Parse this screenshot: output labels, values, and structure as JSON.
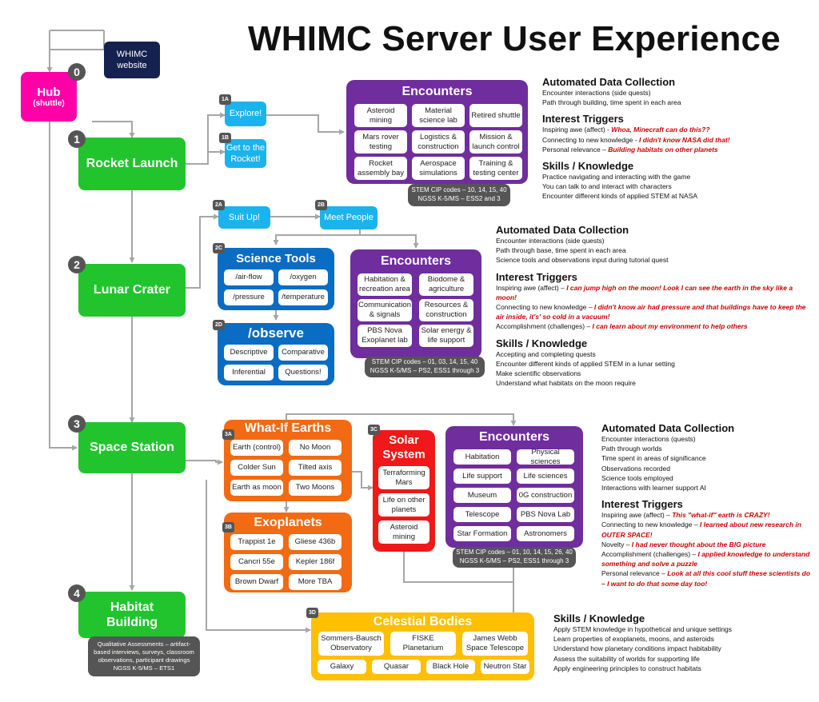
{
  "title": "WHIMC Server User Experience",
  "website_label": "WHIMC\nwebsite",
  "hub": {
    "num": "0",
    "label": "Hub",
    "sub": "(shuttle)"
  },
  "stages": [
    {
      "num": "1",
      "label": "Rocket Launch"
    },
    {
      "num": "2",
      "label": "Lunar Crater"
    },
    {
      "num": "3",
      "label": "Space Station"
    },
    {
      "num": "4",
      "label": "Habitat Building"
    }
  ],
  "stage4_note": "Qualitative Assessments – artifact-based interviews, surveys, classroom observations, participant drawings\nNGSS K-5/MS – ETS1",
  "steps": {
    "s1a": {
      "tag": "1A",
      "label": "Explore!"
    },
    "s1b": {
      "tag": "1B",
      "label": "Get to the Rocket!"
    },
    "s2a": {
      "tag": "2A",
      "label": "Suit Up!"
    },
    "s2b": {
      "tag": "2B",
      "label": "Meet People"
    }
  },
  "enc1": {
    "title": "Encounters",
    "cells": [
      "Asteroid mining",
      "Material science lab",
      "Retired shuttle",
      "Mars rover testing",
      "Logistics & construction",
      "Mission & launch control",
      "Rocket assembly bay",
      "Aerospace simulations",
      "Training & testing center"
    ],
    "codes": "STEM CIP codes – 10, 14, 15, 40\nNGSS K-5/MS – ESS2 and 3"
  },
  "science_tools": {
    "tag": "2C",
    "title": "Science Tools",
    "cells": [
      "/air-flow",
      "/oxygen",
      "/pressure",
      "/temperature"
    ]
  },
  "observe": {
    "tag": "2D",
    "title": "/observe",
    "cells": [
      "Descriptive",
      "Comparative",
      "Inferential",
      "Questions!"
    ]
  },
  "enc2": {
    "title": "Encounters",
    "cells": [
      "Habitation & recreation area",
      "Biodome & agriculture",
      "Communication & signals",
      "Resources & construction",
      "PBS Nova Exoplanet lab",
      "Solar energy & life support"
    ],
    "codes": "STEM CIP codes – 01, 03, 14, 15, 40\nNGSS K-5/MS – PS2, ESS1 through 3"
  },
  "whatif": {
    "tag": "3A",
    "title": "What-If Earths",
    "cells": [
      "Earth (control)",
      "No Moon",
      "Colder Sun",
      "Tilted axis",
      "Earth as moon",
      "Two Moons"
    ]
  },
  "exoplanets": {
    "tag": "3B",
    "title": "Exoplanets",
    "cells": [
      "Trappist 1e",
      "Gliese 436b",
      "Cancri 55e",
      "Kepler 186f",
      "Brown Dwarf",
      "More TBA"
    ]
  },
  "solar": {
    "tag": "3C",
    "title": "Solar System",
    "cells": [
      "Terraforming Mars",
      "Life on other planets",
      "Asteroid mining"
    ]
  },
  "enc3": {
    "title": "Encounters",
    "cells": [
      "Habitation",
      "Physical sciences",
      "Life support",
      "Life sciences",
      "Museum",
      "0G construction",
      "Telescope",
      "PBS Nova Lab",
      "Star Formation",
      "Astronomers"
    ],
    "codes": "STEM CIP codes – 01, 10, 14, 15, 26, 40\nNGSS K-5/MS – PS2, ESS1 through 3"
  },
  "celestial": {
    "tag": "3D",
    "title": "Celestial Bodies",
    "row1": [
      "Sommers-Bausch Observatory",
      "FISKE Planetarium",
      "James Webb Space Telescope"
    ],
    "row2": [
      "Galaxy",
      "Quasar",
      "Black Hole",
      "Neutron Star"
    ]
  },
  "side1": {
    "adc_title": "Automated Data Collection",
    "adc": [
      "Encounter interactions (side quests)",
      "Path through building, time spent in each area"
    ],
    "it_title": "Interest Triggers",
    "it": [
      {
        "text": "Inspiring awe (affect) - ",
        "quote": "Whoa, Minecraft can do this??"
      },
      {
        "text": "Connecting to new knowledge - ",
        "quote": "I didn't know NASA did that!"
      },
      {
        "text": "Personal relevance – ",
        "quote": "Building habitats on other planets"
      }
    ],
    "sk_title": "Skills / Knowledge",
    "sk": [
      "Practice navigating and interacting with the game",
      "You can talk to and interact with characters",
      "Encounter different kinds of applied STEM at NASA"
    ]
  },
  "side2": {
    "adc_title": "Automated Data Collection",
    "adc": [
      "Encounter interactions (side quests)",
      "Path through base, time spent in each area",
      "Science tools and observations input during tutorial quest"
    ],
    "it_title": "Interest Triggers",
    "it": [
      {
        "text": "Inspiring awe (affect) – ",
        "quote": "I can jump high on the moon! Look I can see the earth in the sky like a moon!"
      },
      {
        "text": "Connecting to new knowledge – ",
        "quote": "I didn't know air had pressure and that buildings have to keep the air inside, it's' so cold in a vacuum!"
      },
      {
        "text": "Accomplishment (challenges) – ",
        "quote": "I can learn about my environment to help others"
      }
    ],
    "sk_title": "Skills / Knowledge",
    "sk": [
      "Accepting and completing quests",
      "Encounter different kinds of applied STEM in a lunar setting",
      "Make scientific observations",
      "Understand what habitats on the moon require"
    ]
  },
  "side3": {
    "adc_title": "Automated Data Collection",
    "adc": [
      "Encounter interactions (quests)",
      "Path through worlds",
      "Time spent in areas of significance",
      "Observations recorded",
      "Science tools employed",
      "Interactions with learner support AI"
    ],
    "it_title": "Interest Triggers",
    "it": [
      {
        "text": "Inspiring awe (affect) – ",
        "quote": "This \"what-if\" earth is CRAZY!"
      },
      {
        "text": "Connecting to new knowledge – ",
        "quote": "I learned about new research in OUTER SPACE!"
      },
      {
        "text": "Novelty – ",
        "quote": "I had never thought about the BIG picture"
      },
      {
        "text": "Accomplishment (challenges) – ",
        "quote": "I applied knowledge to understand something and solve a puzzle"
      },
      {
        "text": "Personal relevance – ",
        "quote": "Look at all this cool stuff these scientists do – I want to do that some day too!"
      }
    ]
  },
  "side4": {
    "sk_title": "Skills / Knowledge",
    "sk": [
      "Apply STEM knowledge in hypothetical and unique settings",
      "Learn properties of exoplanets, moons, and asteroids",
      "Understand how planetary conditions impact habitability",
      "Assess the suitability of worlds for supporting life",
      "Apply engineering principles to construct habitats"
    ]
  },
  "colors": {
    "green": "#22c42e",
    "magenta": "#ff00a8",
    "navy": "#15214f",
    "purple": "#6f2d9e",
    "blue": "#0a6cc2",
    "orange": "#f26a14",
    "red": "#f01818",
    "yellow": "#ffc000",
    "gray": "#555555",
    "line": "#a6a6a6"
  }
}
